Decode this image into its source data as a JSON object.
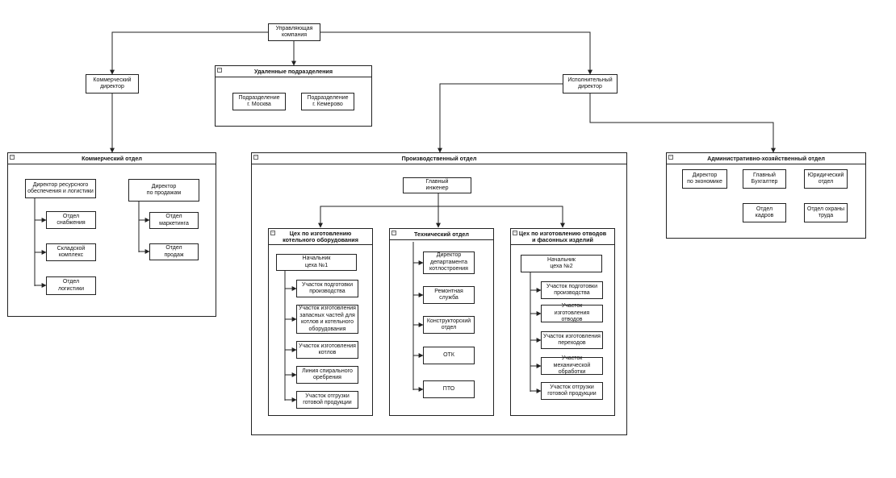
{
  "top": {
    "management_company": "Управляющая\nкомпания"
  },
  "commercial_director": "Коммерческий\nдиректор",
  "executive_director": "Исполнительный\nдиректор",
  "remote": {
    "title": "Удаленные подразделения",
    "moscow": "Подразделение\nг. Москва",
    "kemerovo": "Подразделение\nг. Кемерово"
  },
  "commercial_dept": {
    "title": "Коммерческий отдел",
    "resource_director": "Директор ресурсного\nобеспечения и логистики",
    "sales_director": "Директор\nпо продажам",
    "supply": "Отдел\nснабжения",
    "warehouse": "Складской\nкомплекс",
    "logistics": "Отдел\nлогистики",
    "marketing": "Отдел\nмаркетинга",
    "sales": "Отдел\nпродаж"
  },
  "production_dept": {
    "title": "Производственный отдел",
    "chief_engineer": "Главный\nинженер",
    "workshop1": {
      "title": "Цех по изготовлению\nкотельного оборудования",
      "head": "Начальник\nцеха №1",
      "items": [
        "Участок подготовки\nпроизводства",
        "Участок изготовления\nзапасных частей для\nкотлов и котельного\nоборудования",
        "Участок изготовления\nкотлов",
        "Линия спирального\nоребрения",
        "Участок отгрузки\nготовой продукции"
      ]
    },
    "technical": {
      "title": "Технический отдел",
      "items": [
        "Директор\nдепартамента\nкотлостроения",
        "Ремонтная\nслужба",
        "Конструкторский\nотдел",
        "ОТК",
        "ПТО"
      ]
    },
    "workshop2": {
      "title": "Цех по изготовлению отводов\nи фасонных изделий",
      "head": "Начальник\nцеха №2",
      "items": [
        "Участок подготовки\nпроизводства",
        "Участок\nизготовления отводов",
        "Участок изготовления\nпереходов",
        "Участок механической\nобработки",
        "Участок отгрузки\nготовой продукции"
      ]
    }
  },
  "admin_dept": {
    "title": "Административно-хозяйственный отдел",
    "economy_director": "Директор\nпо экономике",
    "chief_accountant": "Главный\nБухгалтер",
    "legal": "Юридический\nотдел",
    "hr": "Отдел\nкадров",
    "labor_safety": "Отдел охраны\nтруда"
  },
  "ui": {
    "collapse_symbol": "−"
  }
}
